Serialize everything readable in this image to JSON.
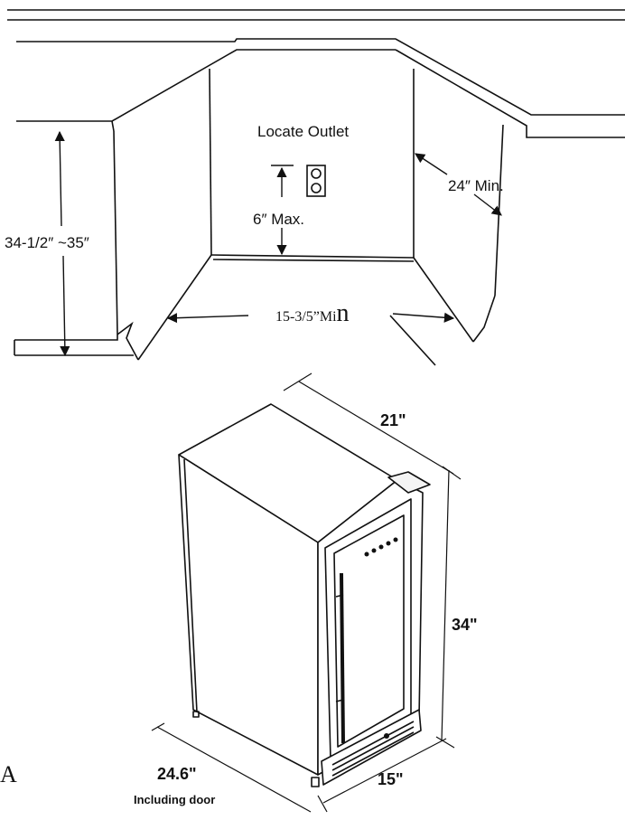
{
  "cabinet_diagram": {
    "outlet_label": "Locate Outlet",
    "outlet_height": "6″ Max.",
    "cabinet_height": "34-1/2″ ~35″",
    "side_depth": "24″ Min.",
    "opening_width_prefix": "15-3/5”Mi",
    "opening_width_suffix": "n"
  },
  "appliance_diagram": {
    "depth": "21\"",
    "height": "34\"",
    "width": "15\"",
    "depth_with_door": "24.6\"",
    "depth_with_door_note": "Including door",
    "stray_mark": "A"
  }
}
